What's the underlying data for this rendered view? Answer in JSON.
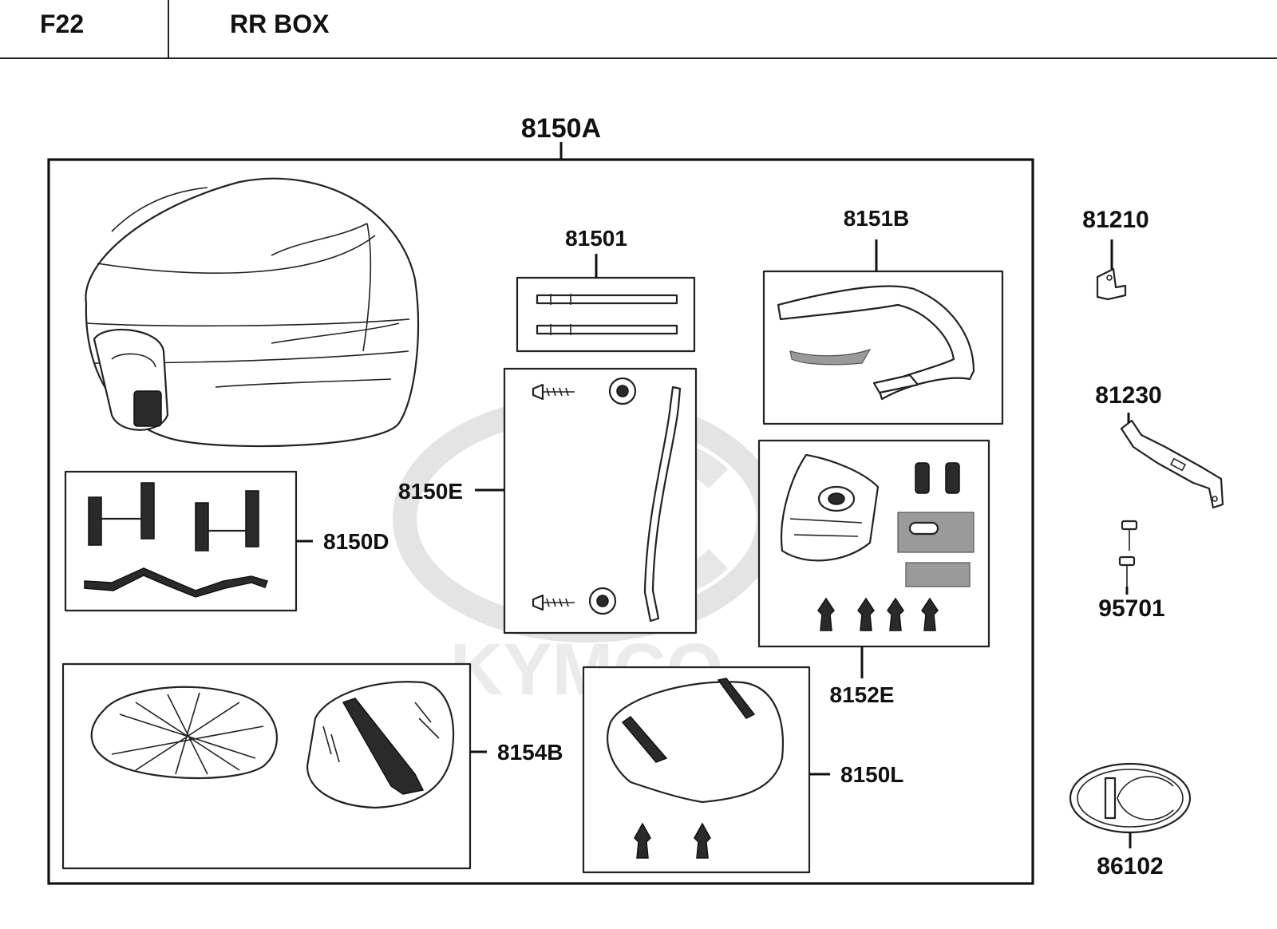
{
  "header": {
    "code": "F22",
    "title": "RR BOX"
  },
  "watermark": {
    "brand": "KYMCO",
    "color": "#d9d9d9"
  },
  "parts": {
    "p8150A": "8150A",
    "p81501": "81501",
    "p8151B": "8151B",
    "p81210": "81210",
    "p81230": "81230",
    "p95701": "95701",
    "p8150E": "8150E",
    "p8150D": "8150D",
    "p8152E": "8152E",
    "p8154B": "8154B",
    "p8150L": "8150L",
    "p86102": "86102"
  }
}
